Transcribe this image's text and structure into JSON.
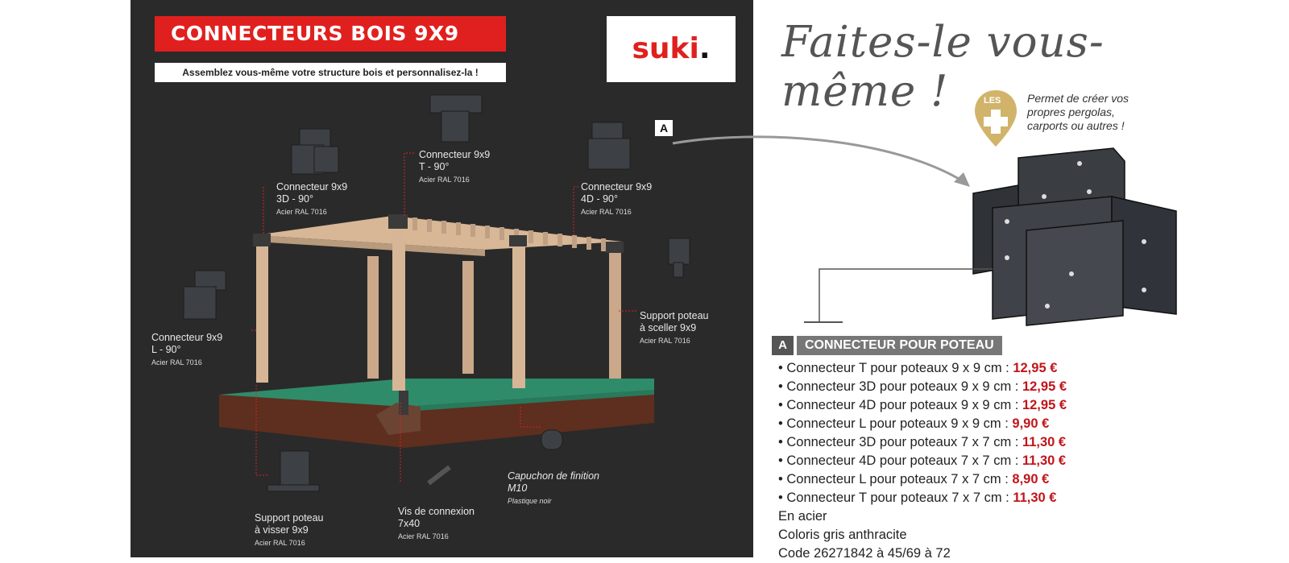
{
  "left_panel": {
    "title": "CONNECTEURS BOIS 9X9",
    "subtitle": "Assemblez vous-même votre structure bois et personnalisez-la !",
    "brand_name": "suki",
    "brand_dot": ".",
    "marker_a": "A",
    "labels": [
      {
        "name": "Connecteur 9x9",
        "line2": "3D - 90°",
        "spec": "Acier RAL 7016"
      },
      {
        "name": "Connecteur 9x9",
        "line2": "T - 90°",
        "spec": "Acier RAL 7016"
      },
      {
        "name": "Connecteur 9x9",
        "line2": "4D - 90°",
        "spec": "Acier RAL 7016"
      },
      {
        "name": "Connecteur 9x9",
        "line2": "L - 90°",
        "spec": "Acier RAL 7016"
      },
      {
        "name": "Support poteau",
        "line2": "à sceller 9x9",
        "spec": "Acier RAL 7016"
      },
      {
        "name": "Support poteau",
        "line2": "à visser 9x9",
        "spec": "Acier RAL 7016"
      },
      {
        "name": "Vis de connexion",
        "line2": "7x40",
        "spec": "Acier RAL 7016"
      },
      {
        "name": "Capuchon de finition",
        "line2": "M10",
        "spec": "Plastique noir"
      }
    ]
  },
  "right_panel": {
    "headline": "Faites-le vous-même !",
    "badge": "LES",
    "badge_text": [
      "Permet de créer vos",
      "propres pergolas,",
      "carports ou autres  !"
    ],
    "section_letter": "A",
    "section_title": "CONNECTEUR POUR POTEAU",
    "items": [
      {
        "text": "• Connecteur T pour poteaux 9 x 9 cm : ",
        "price": "12,95 €"
      },
      {
        "text": "• Connecteur 3D pour poteaux 9 x 9 cm : ",
        "price": "12,95 €"
      },
      {
        "text": "• Connecteur 4D pour poteaux 9 x 9 cm : ",
        "price": "12,95 €"
      },
      {
        "text": "• Connecteur L pour poteaux 9 x 9 cm : ",
        "price": "9,90 €"
      },
      {
        "text": "• Connecteur 3D pour poteaux 7 x 7 cm : ",
        "price": "11,30 €"
      },
      {
        "text": "• Connecteur 4D pour poteaux 7 x 7 cm : ",
        "price": "11,30 €"
      },
      {
        "text": "• Connecteur L pour poteaux 7 x 7 cm : ",
        "price": "8,90 €"
      },
      {
        "text": "• Connecteur T pour poteaux 7 x 7 cm : ",
        "price": "11,30 €"
      }
    ],
    "material": "En acier",
    "color": "Coloris gris anthracite",
    "code": "Code 26271842 à 45/69 à 72"
  },
  "colors": {
    "accent_red": "#e0201e",
    "price_red": "#c0151a",
    "panel_dark": "#2a2a2a"
  }
}
